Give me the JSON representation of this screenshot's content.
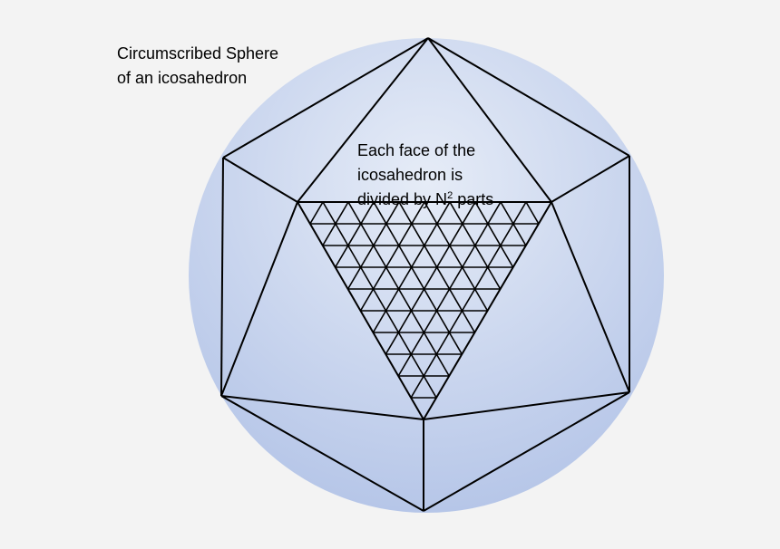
{
  "sphere_label": {
    "line1": "Circumscribed Sphere",
    "line2": "of an icosahedron"
  },
  "face_label": {
    "line1": "Each face of the",
    "line2": "icosahedron is",
    "line3_prefix": "divided by N",
    "line3_sup": "2",
    "line3_suffix": " parts"
  },
  "colors": {
    "background": "#f3f3f3",
    "sphere_edge": "#b6c6e8",
    "sphere_center": "#e6ecf7",
    "edges": "#000000"
  },
  "subdivision_n": 10
}
